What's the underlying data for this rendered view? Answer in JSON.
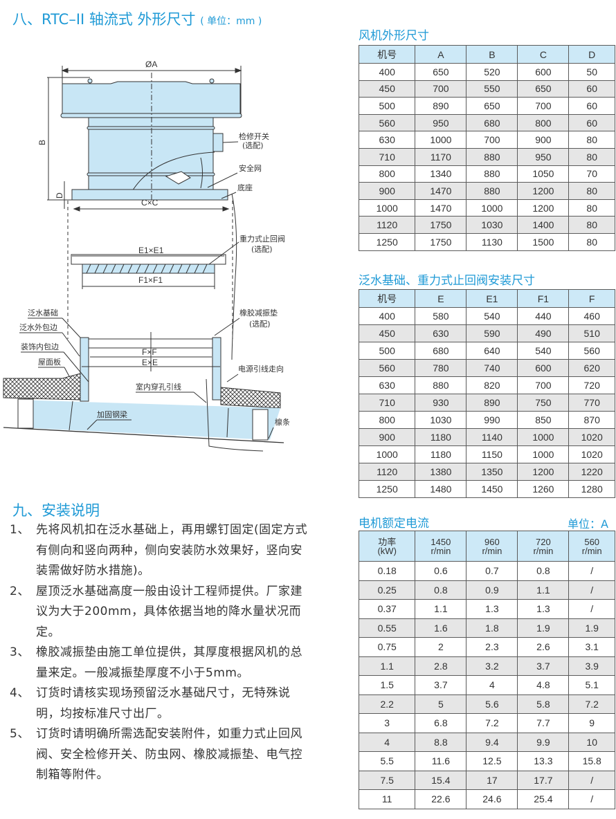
{
  "page": {
    "section8_title": "八、RTC–II 轴流式 外形尺寸",
    "section8_unit": "( 单位：mm )",
    "section9_title": "九、安装说明"
  },
  "diagram": {
    "dims": {
      "A": "ØA",
      "B": "B",
      "D": "D",
      "CxC": "C×C",
      "E1xE1": "E1×E1",
      "F1xF1": "F1×F1",
      "FxF": "F×F",
      "ExE": "E×E"
    },
    "labels": {
      "service_switch": "检修开关",
      "service_switch_opt": "(选配)",
      "safety_net": "安全网",
      "base": "底座",
      "gravity_damper": "重力式止回阀",
      "gravity_damper_opt": "(选配)",
      "flashing_base": "泛水基础",
      "flashing_outer": "泛水外包边",
      "trim_inner": "装饰内包边",
      "roof_panel": "屋面板",
      "rubber_pad": "橡胶减振垫",
      "rubber_pad_opt": "(选配)",
      "power_route": "电源引线走向",
      "indoor_wire": "室内穿孔引线",
      "steel_beam": "加固钢梁",
      "purlin": "檩条"
    }
  },
  "instructions": [
    {
      "num": "1、",
      "text": "先将风机扣在泛水基础上，再用螺钉固定(固定方式有侧向和竖向两种，侧向安装防水效果好，竖向安装需做好防水措施)。"
    },
    {
      "num": "2、",
      "text": "屋顶泛水基础高度一般由设计工程师提供。厂家建议为大于200mm，具体依据当地的降水量状况而定。"
    },
    {
      "num": "3、",
      "text": "橡胶减振垫由施工单位提供，其厚度根据风机的总量来定。一般减振垫厚度不小于5mm。"
    },
    {
      "num": "4、",
      "text": "订货时请核实现场预留泛水基础尺寸，无特殊说明，均按标准尺寸出厂。"
    },
    {
      "num": "5、",
      "text": "订货时请明确所需选配安装附件，如重力式止回风阀、安全检修开关、防虫网、橡胶减振垫、电气控制箱等附件。"
    }
  ],
  "table1": {
    "title": "风机外形尺寸",
    "headers": [
      "机号",
      "A",
      "B",
      "C",
      "D"
    ],
    "rows": [
      [
        "400",
        "650",
        "520",
        "600",
        "50"
      ],
      [
        "450",
        "700",
        "550",
        "650",
        "60"
      ],
      [
        "500",
        "890",
        "650",
        "700",
        "60"
      ],
      [
        "560",
        "950",
        "680",
        "800",
        "60"
      ],
      [
        "630",
        "1000",
        "700",
        "900",
        "80"
      ],
      [
        "710",
        "1170",
        "880",
        "950",
        "80"
      ],
      [
        "800",
        "1340",
        "880",
        "1050",
        "70"
      ],
      [
        "900",
        "1470",
        "880",
        "1200",
        "80"
      ],
      [
        "1000",
        "1470",
        "1000",
        "1200",
        "80"
      ],
      [
        "1120",
        "1750",
        "1030",
        "1400",
        "80"
      ],
      [
        "1250",
        "1750",
        "1130",
        "1500",
        "80"
      ]
    ]
  },
  "table2": {
    "title": "泛水基础、重力式止回阀安装尺寸",
    "headers": [
      "机号",
      "E",
      "E1",
      "F1",
      "F"
    ],
    "rows": [
      [
        "400",
        "580",
        "540",
        "440",
        "460"
      ],
      [
        "450",
        "630",
        "590",
        "490",
        "510"
      ],
      [
        "500",
        "680",
        "640",
        "540",
        "560"
      ],
      [
        "560",
        "780",
        "740",
        "600",
        "620"
      ],
      [
        "630",
        "880",
        "820",
        "700",
        "720"
      ],
      [
        "710",
        "930",
        "890",
        "750",
        "770"
      ],
      [
        "800",
        "1030",
        "990",
        "850",
        "870"
      ],
      [
        "900",
        "1180",
        "1140",
        "1000",
        "1020"
      ],
      [
        "1000",
        "1180",
        "1150",
        "1000",
        "1020"
      ],
      [
        "1120",
        "1380",
        "1350",
        "1200",
        "1220"
      ],
      [
        "1250",
        "1480",
        "1450",
        "1260",
        "1280"
      ]
    ]
  },
  "table3": {
    "title": "电机额定电流",
    "unit": "单位：A",
    "headers": [
      {
        "l1": "功率",
        "l2": "(kW)"
      },
      {
        "l1": "1450",
        "l2": "r/min"
      },
      {
        "l1": "960",
        "l2": "r/min"
      },
      {
        "l1": "720",
        "l2": "r/min"
      },
      {
        "l1": "560",
        "l2": "r/min"
      }
    ],
    "rows": [
      [
        "0.18",
        "0.6",
        "0.7",
        "0.8",
        "/"
      ],
      [
        "0.25",
        "0.8",
        "0.9",
        "1.1",
        "/"
      ],
      [
        "0.37",
        "1.1",
        "1.3",
        "1.3",
        "/"
      ],
      [
        "0.55",
        "1.6",
        "1.8",
        "1.9",
        "1.9"
      ],
      [
        "0.75",
        "2",
        "2.3",
        "2.6",
        "3.1"
      ],
      [
        "1.1",
        "2.8",
        "3.2",
        "3.7",
        "3.9"
      ],
      [
        "1.5",
        "3.7",
        "4",
        "4.8",
        "5.1"
      ],
      [
        "2.2",
        "5",
        "5.6",
        "5.8",
        "7.2"
      ],
      [
        "3",
        "6.8",
        "7.2",
        "7.7",
        "9"
      ],
      [
        "4",
        "8.8",
        "9.4",
        "9.9",
        "10"
      ],
      [
        "5.5",
        "11.6",
        "12.5",
        "13.3",
        "15.8"
      ],
      [
        "7.5",
        "15.4",
        "17",
        "17.7",
        "/"
      ],
      [
        "11",
        "22.6",
        "24.6",
        "25.4",
        "/"
      ]
    ]
  },
  "colors": {
    "accent": "#1f9ad6",
    "header_bg": "#cde9f7",
    "alt_row_bg": "#e6e6e6",
    "fan_fill": "#c8e6f5",
    "border": "#5a5a5a"
  }
}
